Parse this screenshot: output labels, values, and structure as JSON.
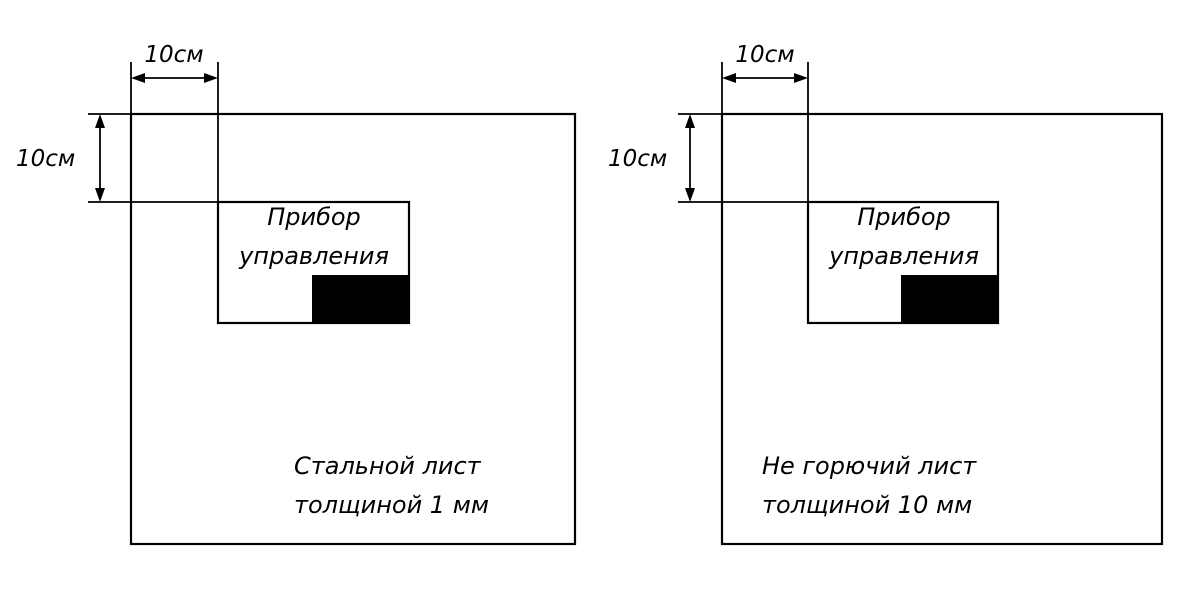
{
  "panels": [
    {
      "dim_horizontal": "10см",
      "dim_vertical": "10см",
      "device_label_line1": "Прибор",
      "device_label_line2": "управления",
      "sheet_label_line1": "Стальной лист",
      "sheet_label_line2": "толщиной 1 мм"
    },
    {
      "dim_horizontal": "10см",
      "dim_vertical": "10см",
      "device_label_line1": "Прибор",
      "device_label_line2": "управления",
      "sheet_label_line1": "Не горючий лист",
      "sheet_label_line2": "толщиной 10 мм"
    }
  ],
  "colors": {
    "line": "#000000",
    "background": "#ffffff",
    "block_fill": "#000000"
  }
}
